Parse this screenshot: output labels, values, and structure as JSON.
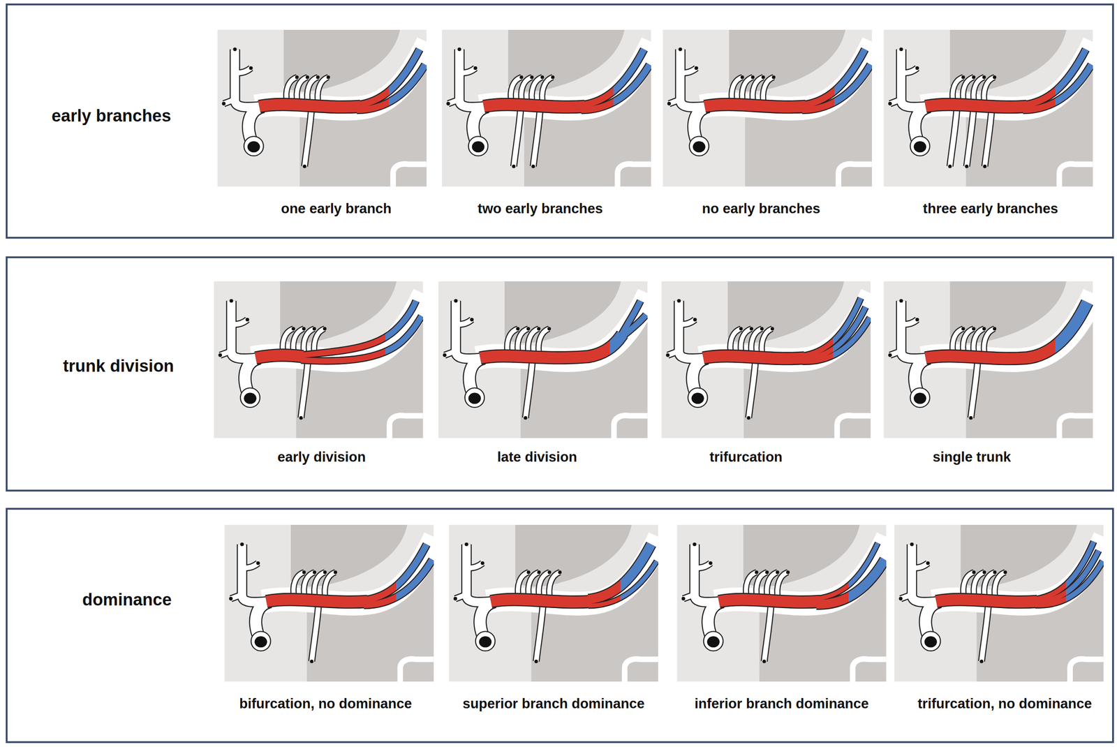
{
  "diagram": {
    "nodes": [
      {
        "text": [
          "early branches"
        ]
      },
      {
        "text": [
          "trunk division"
        ]
      },
      {
        "text": [
          "dominance"
        ]
      }
    ],
    "labels": [
      "one early branch",
      "two early branches",
      "no early branches",
      "three early branches",
      "early division",
      "late division",
      "trifurcation",
      "single trunk",
      "bifurcation, no dominance",
      "superior branch dominance",
      "inferior branch dominance",
      "trifurcation, no dominance"
    ]
  }
}
